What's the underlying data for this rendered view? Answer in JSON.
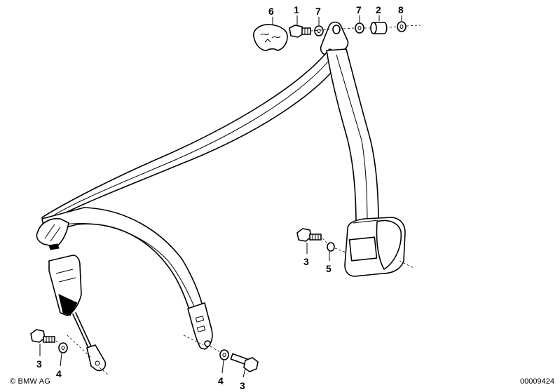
{
  "diagram": {
    "callouts": [
      {
        "id": "c6",
        "label": "6"
      },
      {
        "id": "c1",
        "label": "1"
      },
      {
        "id": "c7a",
        "label": "7"
      },
      {
        "id": "c7b",
        "label": "7"
      },
      {
        "id": "c2",
        "label": "2"
      },
      {
        "id": "c8",
        "label": "8"
      },
      {
        "id": "c3a",
        "label": "3"
      },
      {
        "id": "c5",
        "label": "5"
      },
      {
        "id": "c3b",
        "label": "3"
      },
      {
        "id": "c4a",
        "label": "4"
      },
      {
        "id": "c4b",
        "label": "4"
      },
      {
        "id": "c3c",
        "label": "3"
      }
    ],
    "copyright": "© BMW AG",
    "image_number": "00009424"
  }
}
